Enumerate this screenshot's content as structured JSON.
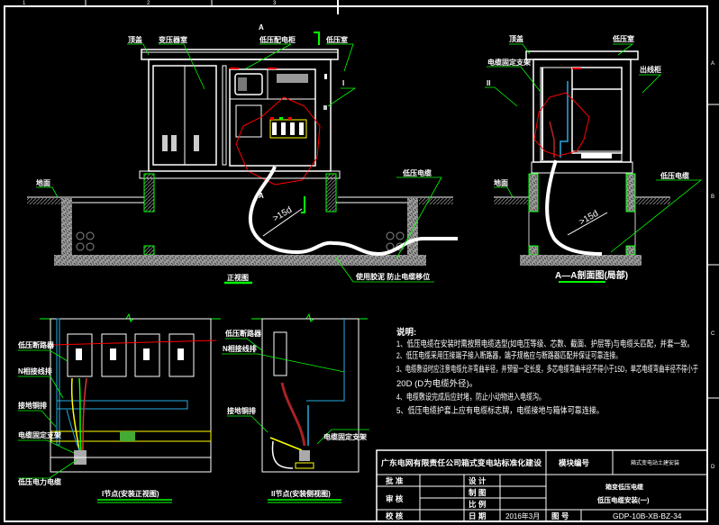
{
  "border": {
    "top_marks": [
      "1",
      "2",
      "3"
    ],
    "side_marks": [
      "A",
      "B",
      "C",
      "D"
    ]
  },
  "front_view": {
    "labels": {
      "roof": "顶盖",
      "transformer_room": "变压器室",
      "section_mark": "A",
      "lv_distribution": "低压配电柜",
      "lv_room": "低压室",
      "detail_I": "I",
      "ground": "地面",
      "lv_cable": "低压电缆",
      "sealing": "使用胶泥 防止电缆移位",
      "bend_radius": ">15d",
      "section_mark_bottom": "A"
    },
    "title": "正视图"
  },
  "side_view": {
    "labels": {
      "roof": "顶盖",
      "lv_room": "低压室",
      "cable_bracket": "电缆固定支架",
      "detail_II": "II",
      "outgoing_cabinet": "出线柜",
      "ground": "地面",
      "lv_cable": "低压电缆",
      "bend_radius": ">15d"
    },
    "title": "A—A剖面图(局部)"
  },
  "detail_I": {
    "labels": [
      "低压断路器",
      "N相接线排",
      "接地铜排",
      "电缆固定支架",
      "低压电力电缆"
    ],
    "title": "I节点(安装正视图)"
  },
  "detail_II": {
    "labels": [
      "低压断路器",
      "N相接线排",
      "接地铜排",
      "电缆固定支架"
    ],
    "title": "II节点(安装侧视图)"
  },
  "notes": {
    "heading": "说明:",
    "items": [
      "1、低压电缆在安装时需按照电缆选型(如电压等级、芯数、截面、护层等)与电缆头匹配，并套一致。",
      "2、低压电缆采用压接端子接入断路器，端子规格应与断路器匹配并保证可靠连接。",
      "3、电缆敷设时应注意电缆允许弯曲半径，并预留一定长度，多芯电缆弯曲半径不得小于15D，单芯电缆弯曲半径不得小于",
      "20D (D为电缆外径)。",
      "4、电缆敷设完成后应封堵，防止小动物进入电缆沟。",
      "5、低压电缆护套上应有电缆标志牌，电缆接地与箱体可靠连接。"
    ]
  },
  "title_block": {
    "company": "广东电网有限责任公司箱式变电站标准化建设",
    "module_label": "模块编号",
    "module_value": "箱式变电站土建安装",
    "approve": "批 准",
    "design": "设 计",
    "review": "审 核",
    "draw": "制 图",
    "scale": "比 例",
    "check": "校 核",
    "date_label": "日 期",
    "date": "2016年3月",
    "drawing_no_label": "图 号",
    "drawing_no": "GDP-10B-XB-BZ-34",
    "drawing_title_1": "箱变低压电缆",
    "drawing_title_2": "低压电缆安装(一)"
  }
}
